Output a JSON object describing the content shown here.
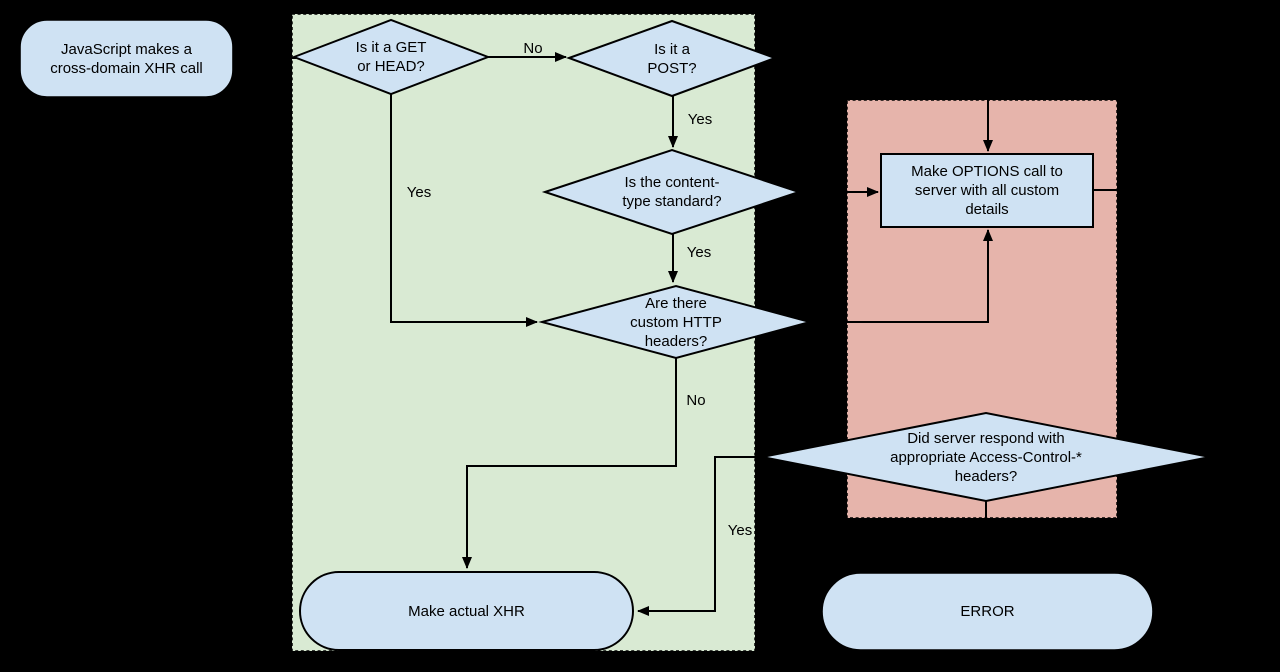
{
  "diagram": {
    "colors": {
      "background": "#000000",
      "node_fill": "#cfe2f3",
      "simple_region_fill": "#d9ead3",
      "preflight_region_fill": "#e6b4ab",
      "line": "#000000",
      "text": "#000000"
    },
    "nodes": {
      "start": {
        "label": "JavaScript makes a\ncross-domain XHR call"
      },
      "is_get_or_head": {
        "label": "Is it a GET\nor HEAD?"
      },
      "is_post": {
        "label": "Is it a\nPOST?"
      },
      "content_type_standard": {
        "label": "Is the content-\ntype standard?"
      },
      "custom_http_headers": {
        "label": "Are there\ncustom HTTP\nheaders?"
      },
      "make_options_call": {
        "label": "Make OPTIONS call to\nserver with all custom\ndetails"
      },
      "server_respond_headers": {
        "label": "Did server respond with\nappropriate Access-Control-*\nheaders?"
      },
      "make_actual_xhr": {
        "label": "Make actual XHR"
      },
      "error": {
        "label": "ERROR"
      }
    },
    "edge_labels": {
      "get_head_no": "No",
      "get_head_yes": "Yes",
      "post_yes": "Yes",
      "content_type_yes": "Yes",
      "custom_headers_no": "No",
      "server_respond_yes": "Yes"
    },
    "edges": [
      {
        "from": "start",
        "to": "is_get_or_head",
        "label": ""
      },
      {
        "from": "is_get_or_head",
        "to": "is_post",
        "label": "No"
      },
      {
        "from": "is_get_or_head",
        "to": "custom_http_headers",
        "label": "Yes"
      },
      {
        "from": "is_post",
        "to": "content_type_standard",
        "label": "Yes"
      },
      {
        "from": "is_post",
        "to": "make_options_call",
        "label": ""
      },
      {
        "from": "content_type_standard",
        "to": "make_options_call",
        "label": ""
      },
      {
        "from": "content_type_standard",
        "to": "custom_http_headers",
        "label": "Yes"
      },
      {
        "from": "custom_http_headers",
        "to": "make_options_call",
        "label": ""
      },
      {
        "from": "custom_http_headers",
        "to": "make_actual_xhr",
        "label": "No"
      },
      {
        "from": "make_options_call",
        "to": "server_respond_headers",
        "label": ""
      },
      {
        "from": "server_respond_headers",
        "to": "make_actual_xhr",
        "label": "Yes"
      },
      {
        "from": "server_respond_headers",
        "to": "error",
        "label": ""
      }
    ]
  }
}
